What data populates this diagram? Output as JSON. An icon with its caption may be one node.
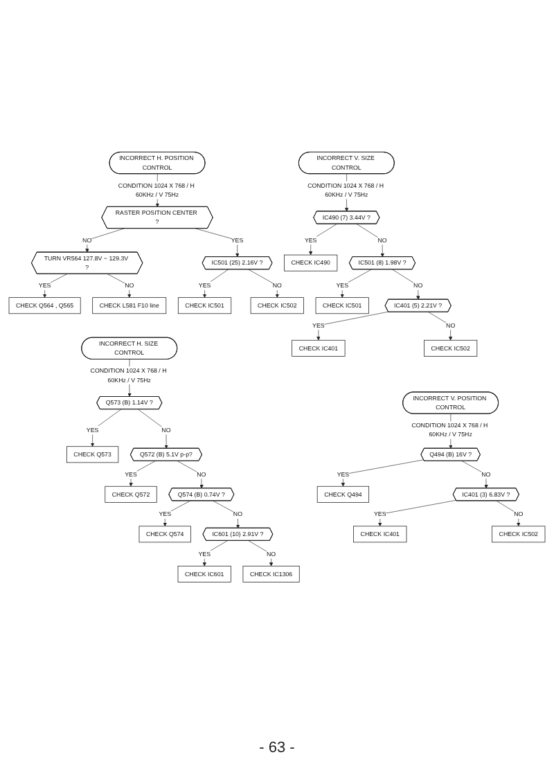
{
  "diagram": {
    "nodes": [
      {
        "text": [
          "INCORRECT H. POSITION CONTROL"
        ]
      },
      {
        "text": [
          "RASTER POSITION CENTER ?"
        ]
      },
      {
        "text": [
          "TURN VR564 127.8V ~ 129.3V ?"
        ]
      },
      {
        "text": [
          "CHECK Q564 , Q565"
        ]
      },
      {
        "text": [
          "CHECK L581 F10 line"
        ]
      },
      {
        "text": [
          "IC501 (25) 2.16V ?"
        ]
      },
      {
        "text": [
          "CHECK IC501"
        ]
      },
      {
        "text": [
          "CHECK IC502"
        ]
      },
      {
        "text": [
          "INCORRECT V. SIZE CONTROL"
        ]
      },
      {
        "text": [
          "IC490 (7) 3.44V ?"
        ]
      },
      {
        "text": [
          "CHECK IC490"
        ]
      },
      {
        "text": [
          "IC501 (8) 1.98V ?"
        ]
      },
      {
        "text": [
          "CHECK IC501"
        ]
      },
      {
        "text": [
          "IC401 (5) 2.21V ?"
        ]
      },
      {
        "text": [
          "CHECK IC401"
        ]
      },
      {
        "text": [
          "CHECK IC502"
        ]
      },
      {
        "text": [
          "INCORRECT H. SIZE CONTROL"
        ]
      },
      {
        "text": [
          "Q573 (B) 1.14V ?"
        ]
      },
      {
        "text": [
          "CHECK Q573"
        ]
      },
      {
        "text": [
          "Q572 (B) 5.1V p-p?"
        ]
      },
      {
        "text": [
          "CHECK Q572"
        ]
      },
      {
        "text": [
          "Q574 (B) 0.74V ?"
        ]
      },
      {
        "text": [
          "CHECK Q574"
        ]
      },
      {
        "text": [
          "IC601 (10) 2.91V ?"
        ]
      },
      {
        "text": [
          "CHECK IC601"
        ]
      },
      {
        "text": [
          "CHECK IC1306"
        ]
      },
      {
        "text": [
          "INCORRECT V. POSITION CONTROL"
        ]
      },
      {
        "text": [
          "Q494 (B) 16V ?"
        ]
      },
      {
        "text": [
          "CHECK Q494"
        ]
      },
      {
        "text": [
          "IC401 (3) 6.83V ?"
        ]
      },
      {
        "text": [
          "CHECK IC401"
        ]
      },
      {
        "text": [
          "CHECK IC502"
        ]
      }
    ],
    "edges": [
      {
        "from": 0,
        "to": 1,
        "arrow": "to",
        "label": "CONDITION 1024 X 768 / H 60KHz / V 75Hz"
      },
      {
        "from": 1,
        "to": 2,
        "arrow": "to",
        "label": "NO"
      },
      {
        "from": 2,
        "to": 3,
        "arrow": "to",
        "label": "YES"
      },
      {
        "from": 2,
        "to": 4,
        "arrow": "to",
        "label": "NO"
      },
      {
        "from": 1,
        "to": 5,
        "arrow": "to",
        "label": "YES"
      },
      {
        "from": 5,
        "to": 6,
        "arrow": "to",
        "label": "YES"
      },
      {
        "from": 5,
        "to": 7,
        "arrow": "to",
        "label": "NO"
      },
      {
        "from": 8,
        "to": 9,
        "arrow": "to",
        "label": "CONDITION 1024 X 768 / H 60KHz / V 75Hz"
      },
      {
        "from": 9,
        "to": 10,
        "arrow": "to",
        "label": "YES"
      },
      {
        "from": 9,
        "to": 11,
        "arrow": "to",
        "label": "NO"
      },
      {
        "from": 11,
        "to": 12,
        "arrow": "to",
        "label": "YES"
      },
      {
        "from": 11,
        "to": 13,
        "arrow": "to",
        "label": "NO"
      },
      {
        "from": 13,
        "to": 14,
        "arrow": "to",
        "label": "YES"
      },
      {
        "from": 13,
        "to": 15,
        "arrow": "to",
        "label": "NO"
      },
      {
        "from": 16,
        "to": 17,
        "arrow": "to",
        "label": "CONDITION 1024 X 768 / H 60KHz / V 75Hz"
      },
      {
        "from": 17,
        "to": 18,
        "arrow": "to",
        "label": "YES"
      },
      {
        "from": 17,
        "to": 19,
        "arrow": "to",
        "label": "NO"
      },
      {
        "from": 19,
        "to": 20,
        "arrow": "to",
        "label": "YES"
      },
      {
        "from": 19,
        "to": 21,
        "arrow": "to",
        "label": "NO"
      },
      {
        "from": 21,
        "to": 22,
        "arrow": "to",
        "label": "YES"
      },
      {
        "from": 21,
        "to": 23,
        "arrow": "to",
        "label": "NO"
      },
      {
        "from": 23,
        "to": 24,
        "arrow": "to",
        "label": "YES"
      },
      {
        "from": 23,
        "to": 25,
        "arrow": "to",
        "label": "NO"
      },
      {
        "from": 26,
        "to": 27,
        "arrow": "to",
        "label": "CONDITION 1024 X 768 / H 60KHz / V 75Hz"
      },
      {
        "from": 27,
        "to": 28,
        "arrow": "to",
        "label": "YES"
      },
      {
        "from": 27,
        "to": 29,
        "arrow": "to",
        "label": "NO"
      },
      {
        "from": 29,
        "to": 30,
        "arrow": "to",
        "label": "YES"
      },
      {
        "from": 29,
        "to": 31,
        "arrow": "to",
        "label": "NO"
      }
    ],
    "labels": [
      "- 63 -"
    ]
  }
}
